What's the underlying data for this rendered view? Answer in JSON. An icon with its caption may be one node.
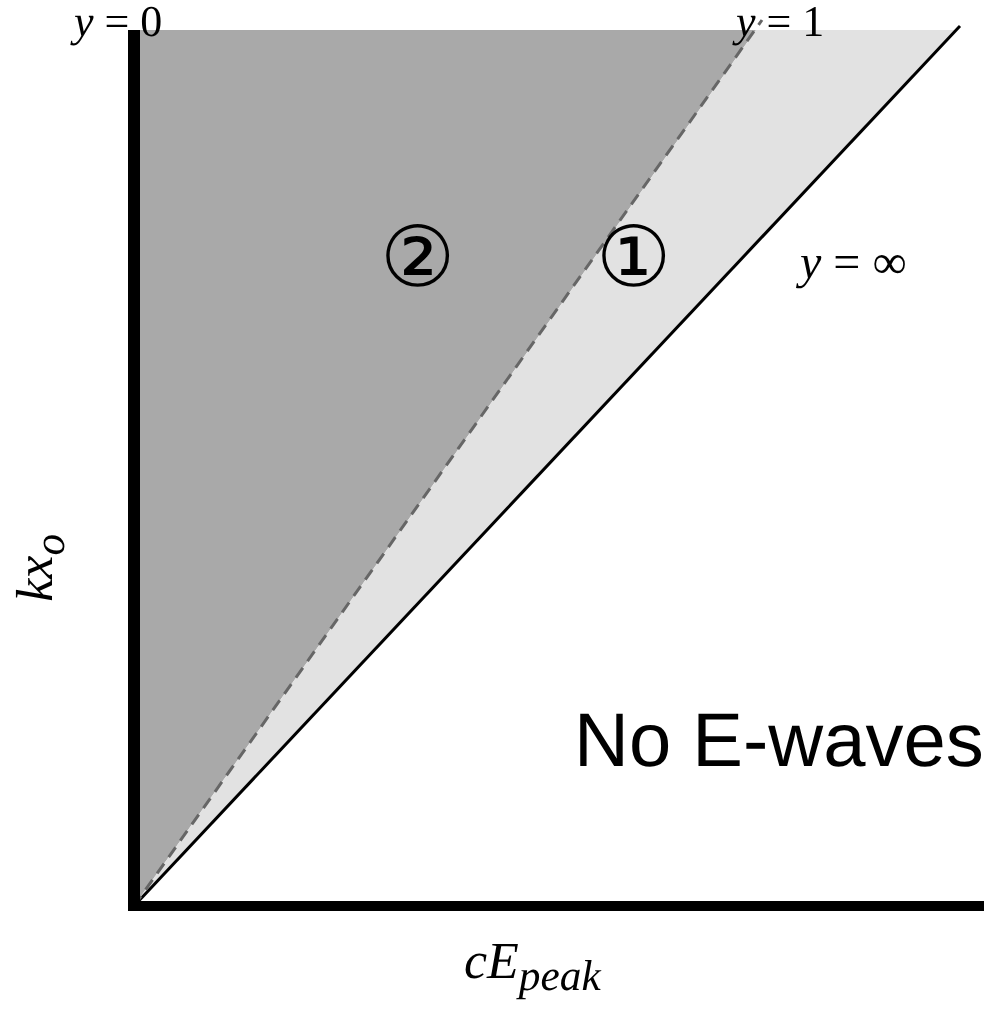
{
  "diagram": {
    "labels": [
      "*y* = 0",
      "*y* = 1",
      "②",
      "①",
      "*y* = ∞",
      "kx$_{o}$",
      "No E-waves",
      "cE$_{peak}$"
    ]
  }
}
